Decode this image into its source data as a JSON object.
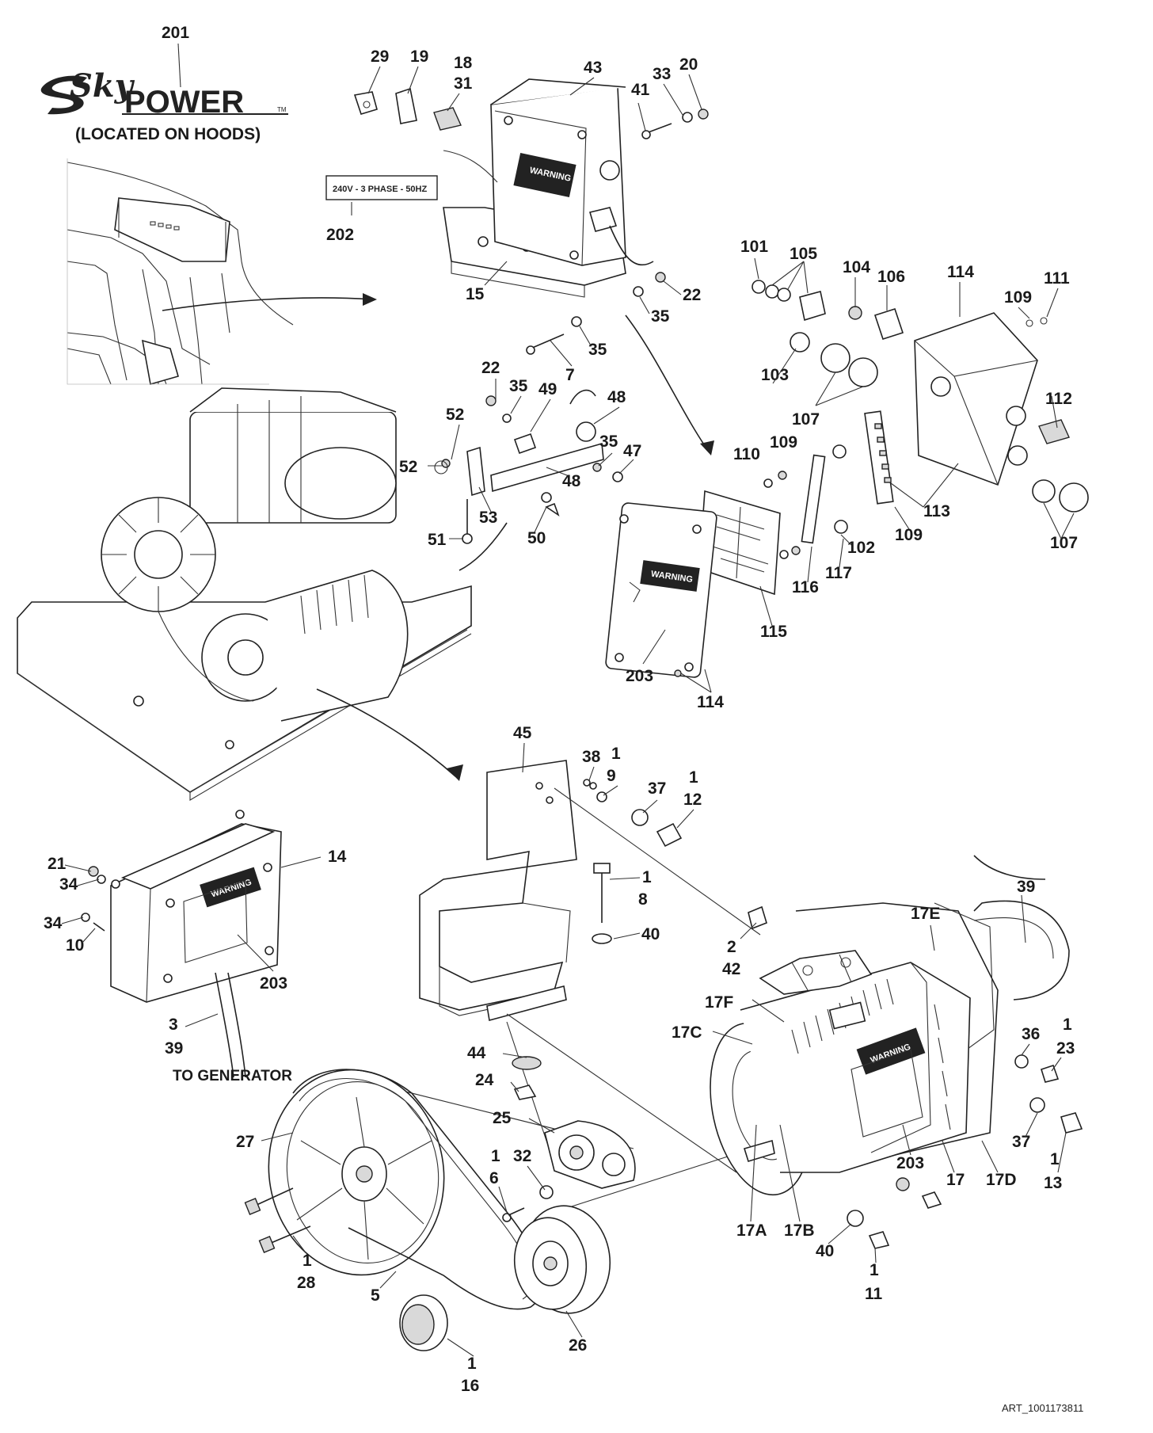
{
  "logo": {
    "text_sky": "Sky",
    "text_power": "POWER",
    "tm": "TM",
    "subtitle": "(LOCATED ON HOODS)"
  },
  "labels": {
    "voltage_decal": "240V - 3 PHASE - 50HZ",
    "warning": "WARNING",
    "to_generator": "TO GENERATOR",
    "art_number": "ART_1001173811"
  },
  "callouts": {
    "c201": "201",
    "c202": "202",
    "c29": "29",
    "c19": "19",
    "c18": "18",
    "c31": "31",
    "c43": "43",
    "c41": "41",
    "c33": "33",
    "c20": "20",
    "c15": "15",
    "c22a": "22",
    "c35a": "35",
    "c35b": "35",
    "c7": "7",
    "c101": "101",
    "c105": "105",
    "c104": "104",
    "c106": "106",
    "c114a": "114",
    "c111": "111",
    "c109a": "109",
    "c103": "103",
    "c107a": "107",
    "c112": "112",
    "c110": "110",
    "c109b": "109",
    "c113": "113",
    "c109c": "109",
    "c102": "102",
    "c107b": "107",
    "c116": "116",
    "c117": "117",
    "c115": "115",
    "c203a": "203",
    "c114b": "114",
    "c22b": "22",
    "c35c": "35",
    "c49": "49",
    "c48a": "48",
    "c52a": "52",
    "c52b": "52",
    "c35d": "35",
    "c47": "47",
    "c48b": "48",
    "c53": "53",
    "c51": "51",
    "c50": "50",
    "c45": "45",
    "c38": "38",
    "c1a": "1",
    "c9": "9",
    "c37a": "37",
    "c1b": "1",
    "c12": "12",
    "c21": "21",
    "c34a": "34",
    "c14": "14",
    "c34b": "34",
    "c10": "10",
    "c203b": "203",
    "c3": "3",
    "c39a": "39",
    "c1c": "1",
    "c8": "8",
    "c40a": "40",
    "c2": "2",
    "c42": "42",
    "c39b": "39",
    "c17E": "17E",
    "c17F": "17F",
    "c17C": "17C",
    "c36": "36",
    "c1d": "1",
    "c23": "23",
    "c44": "44",
    "c24": "24",
    "c25": "25",
    "c27": "27",
    "c37b": "37",
    "c1e": "1",
    "c13": "13",
    "c1f": "1",
    "c6": "6",
    "c32": "32",
    "c203c": "203",
    "c17": "17",
    "c17D": "17D",
    "c17A": "17A",
    "c17B": "17B",
    "c40b": "40",
    "c1g": "1",
    "c11": "11",
    "c1h": "1",
    "c28": "28",
    "c5": "5",
    "c26": "26",
    "c1i": "1",
    "c16": "16"
  },
  "colors": {
    "line": "#222222",
    "fill_gray": "#d9d9d9",
    "background": "#ffffff"
  }
}
